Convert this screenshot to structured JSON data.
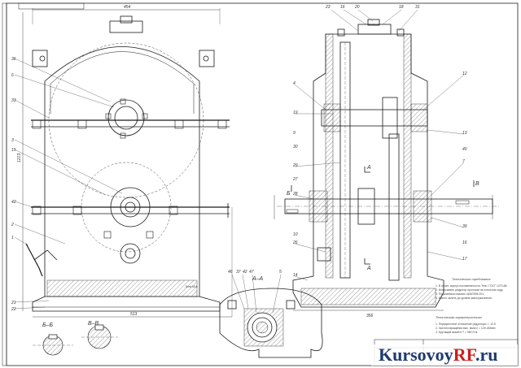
{
  "section_labels": {
    "aa": "A–A",
    "bb": "Б–Б",
    "vv": "В–В",
    "a_top": "A",
    "a_bottom": "A",
    "b_left": "Б",
    "v_right": "В"
  },
  "dimensions": {
    "top_width": "454",
    "bottom_width": "513",
    "left_height": "1213",
    "right_width": "356",
    "bolt_label": "8отв.М16"
  },
  "callouts_left": [
    "36",
    "6",
    "33",
    "3",
    "15",
    "42",
    "2",
    "1",
    "22",
    "21"
  ],
  "callouts_mid": [
    "46",
    "37",
    "42",
    "47",
    "5"
  ],
  "callouts_top": [
    "23",
    "16",
    "20",
    "18",
    "31"
  ],
  "callouts_right": [
    "4",
    "19",
    "9",
    "30",
    "29",
    "27",
    "28",
    "10",
    "26",
    "14",
    "12",
    "13",
    "40",
    "7",
    "39",
    "16",
    "17"
  ],
  "notes": {
    "title": "Технические требования",
    "lines": [
      "1. В обозн. корпус поставляется по Техн. ГОСТ 1270-68.",
      "2. Испытывать редуктор прогоном на холостом ходу.",
      "3. Подшипники смазать ЦИАТИМ-201.",
      "4. Масло залить до уровня маслоуказателя."
    ],
    "chars_title": "Техническая характеристика",
    "chars": [
      "1. Передаточное отношение редуктора  i = 12,5",
      "2. Частота вращения вых. вала  n = 120 об/мин",
      "3. Крутящий момент  T = 950 Н·м"
    ]
  },
  "watermark": {
    "part1": "Kursovoy",
    "part2": "RF",
    "part3": ".ru"
  },
  "colors": {
    "line": "#1a1a1a",
    "hatch": "#555555",
    "watermark_dark": "#1f3a6e",
    "watermark_red": "#cc1f1f"
  }
}
